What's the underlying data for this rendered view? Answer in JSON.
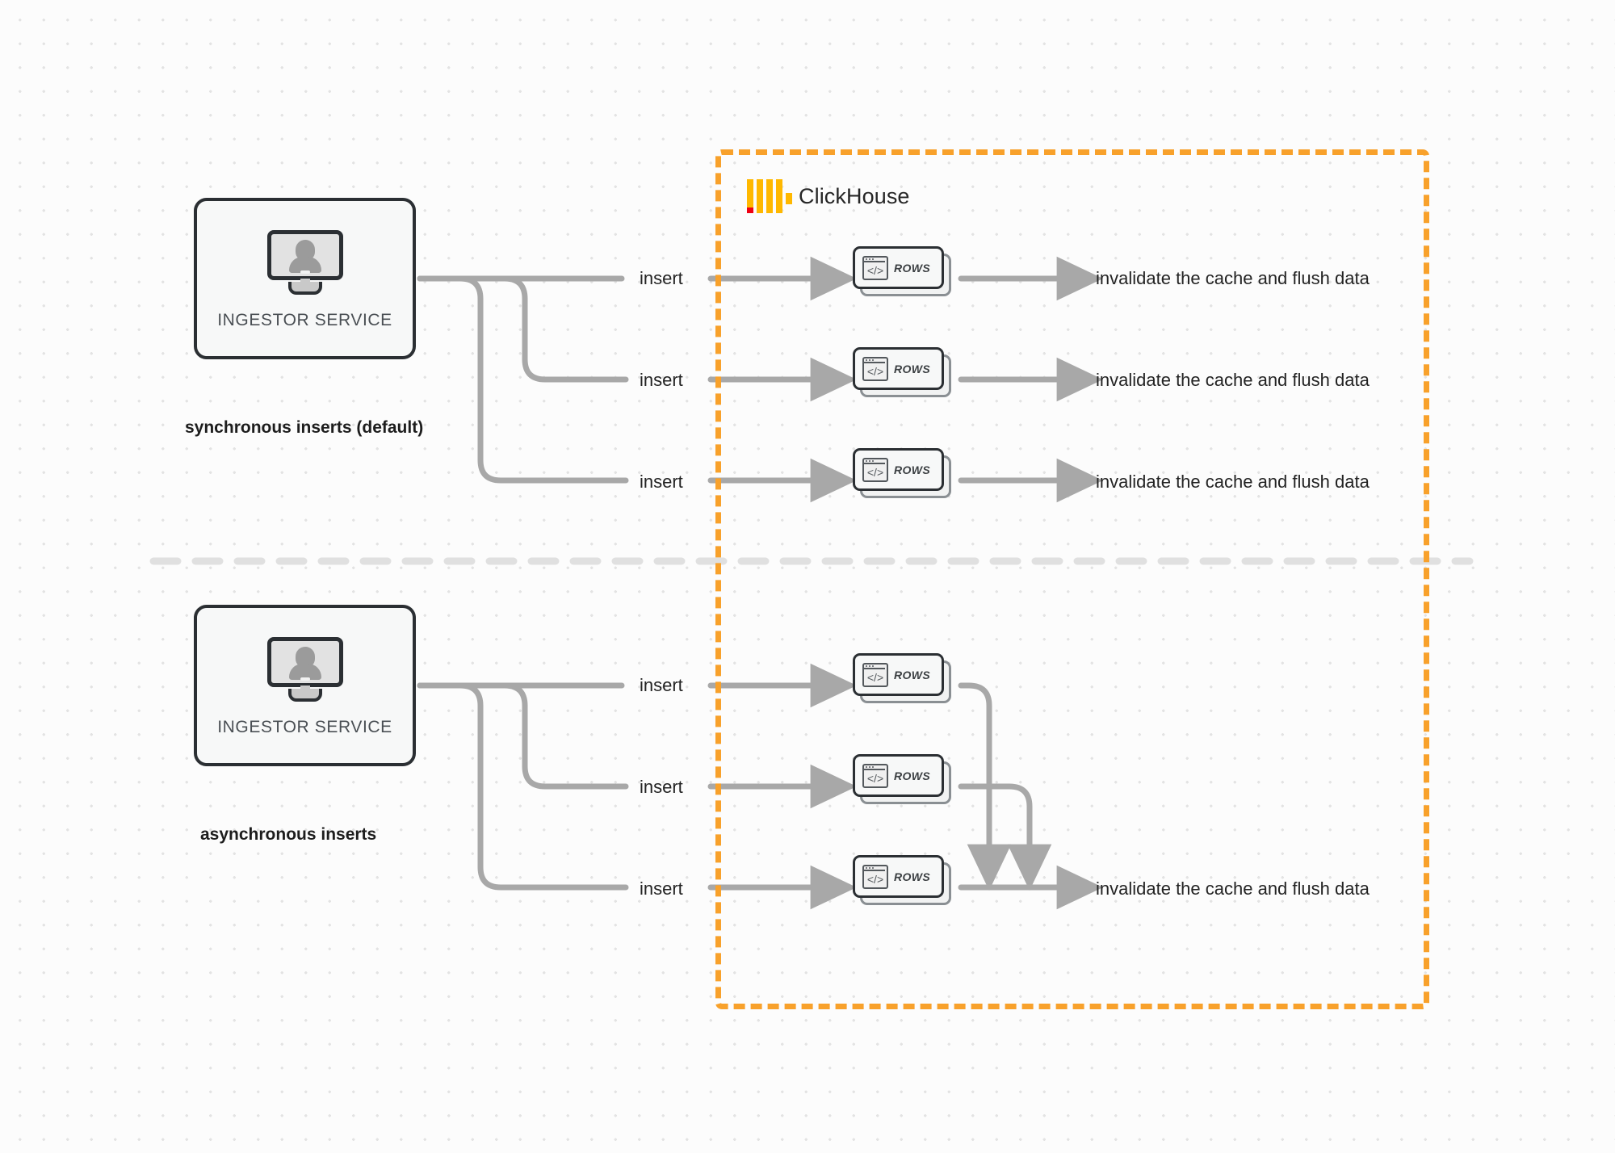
{
  "diagram": {
    "title": "ClickHouse synchronous vs asynchronous inserts",
    "colors": {
      "region_border": "#f8a12b",
      "logo_yellow": "#ffb800",
      "logo_red": "#ef0013",
      "wire": "#a8a8a8",
      "node_outline": "#2b2f33",
      "background": "#fcfcfc"
    }
  },
  "clickhouse_region": {
    "label": "ClickHouse",
    "logo_name": "clickhouse-logo"
  },
  "sections": [
    {
      "id": "synchronous",
      "caption": "synchronous inserts (default)",
      "node": {
        "label": "INGESTOR SERVICE",
        "icon": "monitor-user-icon"
      },
      "flows": [
        {
          "insert_label": "insert",
          "rows_label": "ROWS",
          "result_label": "invalidate the cache and flush data"
        },
        {
          "insert_label": "insert",
          "rows_label": "ROWS",
          "result_label": "invalidate the cache and flush data"
        },
        {
          "insert_label": "insert",
          "rows_label": "ROWS",
          "result_label": "invalidate the cache and flush data"
        }
      ]
    },
    {
      "id": "asynchronous",
      "caption": "asynchronous inserts",
      "node": {
        "label": "INGESTOR SERVICE",
        "icon": "monitor-user-icon"
      },
      "flows": [
        {
          "insert_label": "insert",
          "rows_label": "ROWS"
        },
        {
          "insert_label": "insert",
          "rows_label": "ROWS"
        },
        {
          "insert_label": "insert",
          "rows_label": "ROWS"
        }
      ],
      "merged_result_label": "invalidate the cache and flush data"
    }
  ]
}
